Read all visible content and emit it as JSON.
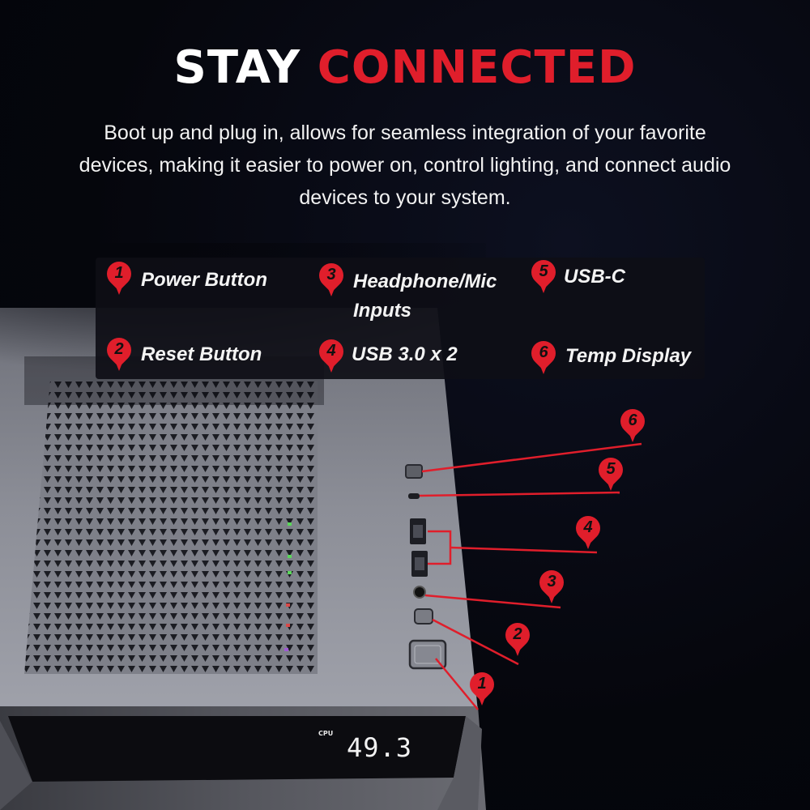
{
  "header": {
    "title_part1": "STAY",
    "title_part2": "CONNECTED",
    "description": "Boot up and plug in, allows for seamless integration of your favorite devices, making it easier to power on, control lighting, and connect audio devices to your system."
  },
  "legend": [
    {
      "number": "1",
      "label_line1": "Power Button",
      "label_line2": ""
    },
    {
      "number": "2",
      "label_line1": "Reset Button",
      "label_line2": ""
    },
    {
      "number": "3",
      "label_line1": "Headphone/Mic",
      "label_line2": "Inputs"
    },
    {
      "number": "4",
      "label_line1": "USB 3.0 x 2",
      "label_line2": ""
    },
    {
      "number": "5",
      "label_line1": "USB-C",
      "label_line2": ""
    },
    {
      "number": "6",
      "label_line1": "Temp Display",
      "label_line2": ""
    }
  ],
  "callouts": [
    "1",
    "2",
    "3",
    "4",
    "5",
    "6"
  ],
  "display": {
    "label": "CPU",
    "value": "49.3"
  },
  "colors": {
    "accent": "#e01e2b",
    "background": "#05060c",
    "text": "#ffffff"
  }
}
